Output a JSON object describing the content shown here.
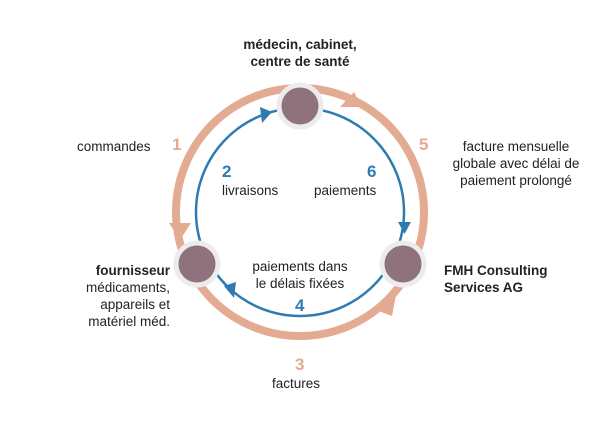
{
  "colors": {
    "outer": "#e3ab92",
    "inner": "#2f7bb1",
    "node_fill": "#8f737c",
    "node_ring": "#ececec",
    "num_outer": "#e3ab92",
    "num_inner": "#2f7bb1"
  },
  "nodes": {
    "top": {
      "lines": [
        "médecin, cabinet,",
        "centre de santé"
      ]
    },
    "left": {
      "title": "fournisseur",
      "lines": [
        "médicaments,",
        "appareils et",
        "matériel méd."
      ]
    },
    "right": {
      "lines": [
        "FMH Consulting",
        "Services AG"
      ]
    }
  },
  "flows": {
    "f1": {
      "num": "1",
      "label": "commandes"
    },
    "f2": {
      "num": "2",
      "label": "livraisons"
    },
    "f3": {
      "num": "3",
      "label": "factures"
    },
    "f4": {
      "num": "4",
      "lines": [
        "paiements dans",
        "le délais fixées"
      ]
    },
    "f5": {
      "num": "5",
      "lines": [
        "facture mensuelle",
        "globale avec délai de",
        "paiement prolongé"
      ]
    },
    "f6": {
      "num": "6",
      "label": "paiements"
    }
  }
}
